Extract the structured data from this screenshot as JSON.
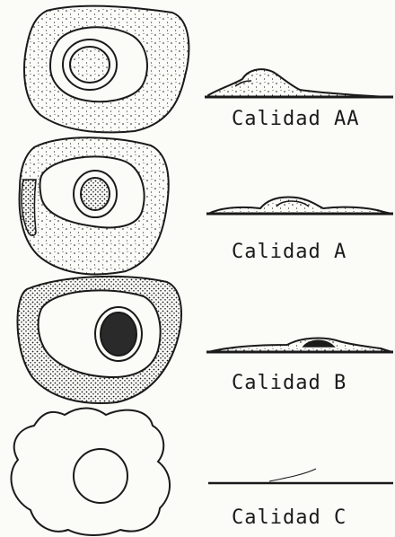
{
  "grades": [
    {
      "label": "Calidad AA"
    },
    {
      "label": "Calidad A"
    },
    {
      "label": "Calidad B"
    },
    {
      "label": "Calidad C"
    }
  ],
  "colors": {
    "ink": "#1a1a1a",
    "paper": "#fbfbf8"
  }
}
